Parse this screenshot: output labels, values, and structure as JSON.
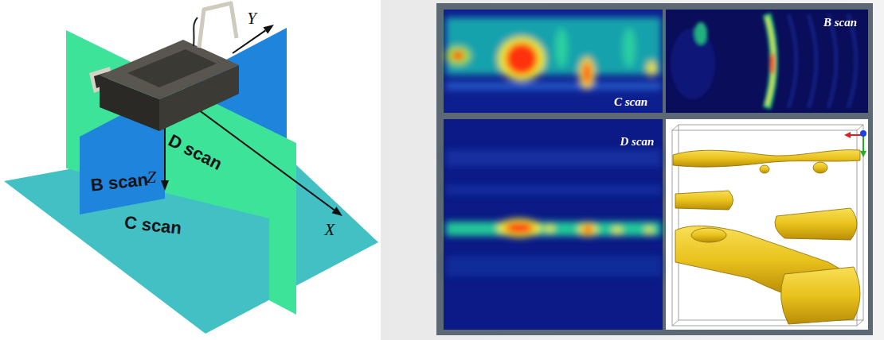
{
  "diagram": {
    "nodes": [
      {
        "text": [
          "D scan"
        ]
      },
      {
        "text": [
          "B scan"
        ]
      },
      {
        "text": [
          "C scan"
        ]
      },
      {
        "text": [
          "C scan"
        ]
      },
      {
        "text": [
          "B scan"
        ]
      },
      {
        "text": [
          "D scan"
        ]
      }
    ],
    "labels": [
      "Y",
      "Z",
      "X"
    ]
  }
}
